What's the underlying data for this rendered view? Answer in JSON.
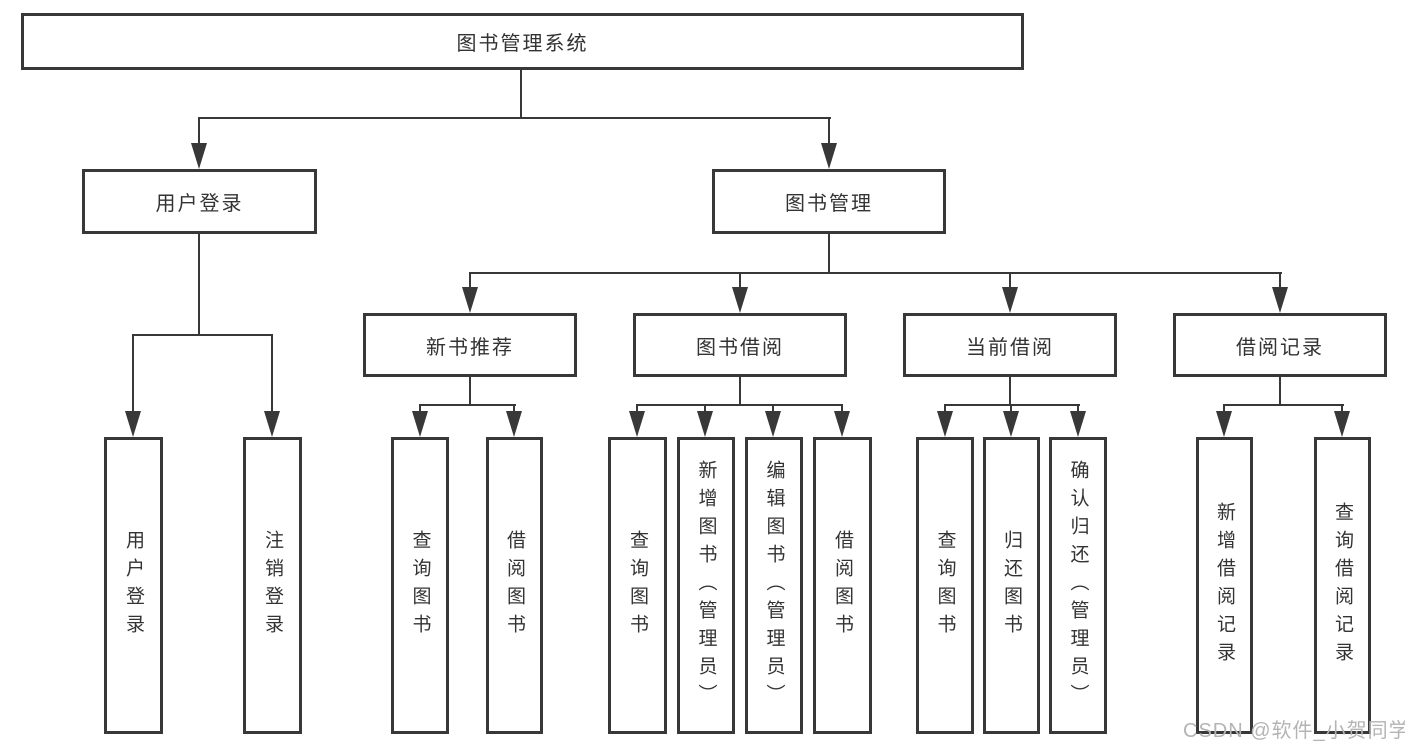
{
  "tree": {
    "label": "图书管理系统",
    "children": [
      {
        "label": "用户登录",
        "children": [
          {
            "label": "用户登录"
          },
          {
            "label": "注销登录"
          }
        ]
      },
      {
        "label": "图书管理",
        "children": [
          {
            "label": "新书推荐",
            "children": [
              {
                "label": "查询图书"
              },
              {
                "label": "借阅图书"
              }
            ]
          },
          {
            "label": "图书借阅",
            "children": [
              {
                "label": "查询图书"
              },
              {
                "label": "新增图书（管理员）"
              },
              {
                "label": "编辑图书（管理员）"
              },
              {
                "label": "借阅图书"
              }
            ]
          },
          {
            "label": "当前借阅",
            "children": [
              {
                "label": "查询图书"
              },
              {
                "label": "归还图书"
              },
              {
                "label": "确认归还（管理员）"
              }
            ]
          },
          {
            "label": "借阅记录",
            "children": [
              {
                "label": "新增借阅记录"
              },
              {
                "label": "查询借阅记录"
              }
            ]
          }
        ]
      }
    ]
  },
  "watermark": {
    "text": "CSDN @软件_小贺同学"
  },
  "colors": {
    "line": "#383838",
    "text": "#333333",
    "watermark": "#b4b4b4",
    "background": "#ffffff"
  }
}
